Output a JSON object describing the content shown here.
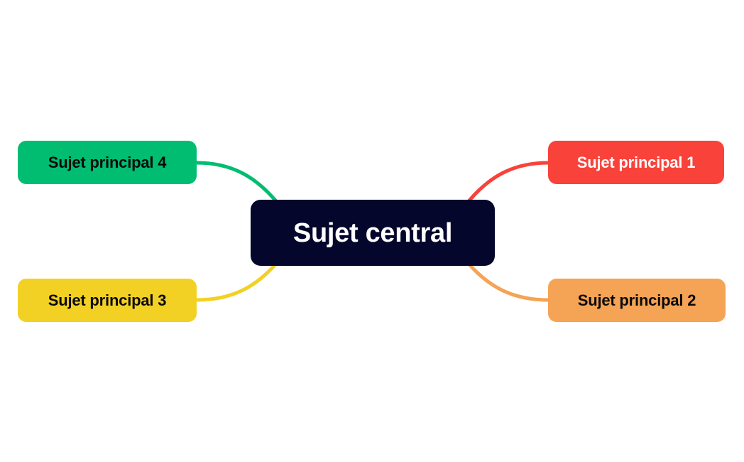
{
  "diagram": {
    "type": "mind-map",
    "background_color": "#ffffff",
    "central": {
      "label": "Sujet central",
      "fill_color": "#05062b",
      "text_color": "#ffffff"
    },
    "branches": [
      {
        "id": "branch-1",
        "label": "Sujet principal 1",
        "fill_color": "#f9423a",
        "text_color": "#ffffff",
        "connector_color": "#f9423a",
        "position": "top-right"
      },
      {
        "id": "branch-2",
        "label": "Sujet principal 2",
        "fill_color": "#f5a354",
        "text_color": "#0a0a0a",
        "connector_color": "#f5a354",
        "position": "bottom-right"
      },
      {
        "id": "branch-3",
        "label": "Sujet principal 3",
        "fill_color": "#f2d124",
        "text_color": "#0a0a0a",
        "connector_color": "#f2d124",
        "position": "bottom-left"
      },
      {
        "id": "branch-4",
        "label": "Sujet principal 4",
        "fill_color": "#00bd72",
        "text_color": "#0a0a0a",
        "connector_color": "#00bd72",
        "position": "top-left"
      }
    ]
  }
}
